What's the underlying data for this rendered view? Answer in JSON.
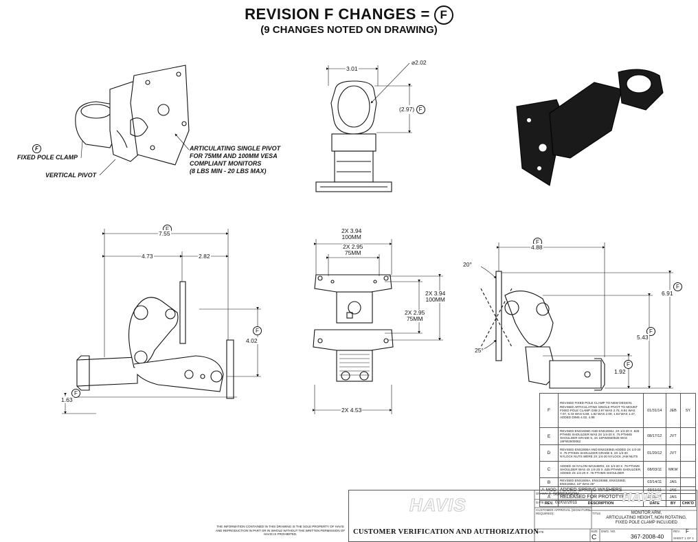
{
  "header": {
    "title": "REVISION F CHANGES =",
    "rev_symbol": "F",
    "subtitle": "(9 CHANGES NOTED ON DRAWING)"
  },
  "callouts": {
    "fixed_pole_clamp": "FIXED POLE CLAMP",
    "vertical_pivot": "VERTICAL PIVOT",
    "articulating_1": "ARTICULATING SINGLE PIVOT",
    "articulating_2": "FOR 75MM AND 100MM VESA",
    "articulating_3": "COMPLIANT MONITORS",
    "articulating_4": "(8 LBS MIN - 20 LBS MAX)"
  },
  "dimensions": {
    "top_width": "3.01",
    "top_dia": "⌀2.02",
    "top_height": "2.97",
    "side_overall": "7.55",
    "side_left": "4.73",
    "side_right": "2.82",
    "side_height": "4.02",
    "side_base": "1.63",
    "front_w100": "2X 3.94",
    "front_w100_mm": "100MM",
    "front_w75": "2X 2.95",
    "front_w75_mm": "75MM",
    "front_h100": "2X 3.94",
    "front_h100_mm": "100MM",
    "front_h75": "2X 2.95",
    "front_h75_mm": "75MM",
    "front_base": "2X 4.53",
    "right_width": "4.88",
    "right_angle_top": "20°",
    "right_angle_bottom": "25°",
    "right_h_total": "6.91",
    "right_h_mid": "5.43",
    "right_h_low": "1.92"
  },
  "revisions": {
    "header": {
      "rev": "REV.",
      "description": "DESCRIPTION",
      "date": "DATE",
      "by": "BY",
      "chkd": "CHK'D"
    },
    "rows": [
      {
        "rev": "F",
        "desc": "REVISED FIXED POLE CLAMP TO NEW DESIGN. REVISED ARTICULATING SINGLE PIVOT TO MOUNT FIXED POLE CLAMP. DIM 2.97 WAS 2.75, 6.91 WAS 7.07, 5.43 WAS 5.59, 1.92 WAS 2.09, 1.63 WAS 1.47, ADDED DIMS 4.02, 4.88",
        "date": "01/31/14",
        "by": "JEB",
        "chkd": "SY"
      },
      {
        "rev": "E",
        "desc": "REVISED ENS1936D AND ENS1936J. 2X 1/4-20 X .625 PTHMS SHOULDER WAS 2X 1/4-20 X .75 PTHMS SHOULDER GRADE 5, 4X 16FW2500628 WAS 16FW2500062",
        "date": "08/17/12",
        "by": "JVT",
        "chkd": ""
      },
      {
        "rev": "D",
        "desc": "REVISED ENS1936A AND ENS1936D.ADDED 2X 1/4-20 X .75 PTHMS SHOULDER GRADE 5, 2X 1/4-20 NYLOCK NUTS WERE 2X 1/4-20 NYLOCK JAM NUTS",
        "date": "01/20/12",
        "by": "JVT",
        "chkd": ""
      },
      {
        "rev": "C",
        "desc": "ADDED 4X NYLON WASHERS, 4X 1/4-20 X .75 PTHMS SHOULDER WAS 4X 1/4-20 X .625 PTHMS SHOULDER, ADDED 2X 1/4-20 X .75 PTHMS SHOULDER",
        "date": "08/03/11",
        "by": "MKW",
        "chkd": ""
      },
      {
        "rev": "B",
        "desc": "REVISED ENS1936A, ENS1936B, ENS1936D, ENS1936J, 18\" WAS 25\"",
        "date": "03/14/11",
        "by": "JAS",
        "chkd": ""
      },
      {
        "rev": "A-MOD",
        "desc": "ADDED SPRING WASHERS",
        "date": "03/11/11",
        "by": "JAS",
        "chkd": ""
      },
      {
        "rev": "A",
        "desc": "RELEASED FOR PROTOTYPE",
        "date": "02/02/11",
        "by": "JAS",
        "chkd": ""
      }
    ]
  },
  "title_block": {
    "logo": "HAVIS",
    "drawn_label": "DRAWN",
    "drawn_by": "J. SORENSON",
    "date_label": "DATE",
    "drawn_date": "02/02/2011",
    "approval_label": "CUSTOMER APPROVAL (SIGNATURE REQUIRED):",
    "title_label": "TITLE",
    "title_1": "MONITOR ARM,",
    "title_2": "ARTICULATING HEIGHT, NON ROTATING,",
    "title_3": "FIXED POLE CLAMP INCLUDED",
    "date_label_2": "DATE",
    "size_label": "SIZE",
    "size": "C",
    "dwg_label": "DWG. NO.",
    "dwg_no": "367-2008-40",
    "rev_label": "REV.",
    "rev": "F",
    "sheet": "SHEET 1 OF 1",
    "verification": "CUSTOMER VERIFICATION AND AUTHORIZATION"
  },
  "disclaimer": "THE INFORMATION CONTAINED IN THIS DRAWING IS THE SOLE PROPERTY OF HAVIS AND REPRODUCTION IN PART OR IN WHOLE WITHOUT THE WRITTEN PERMISSION OF HAVIS IS PROHIBITED."
}
